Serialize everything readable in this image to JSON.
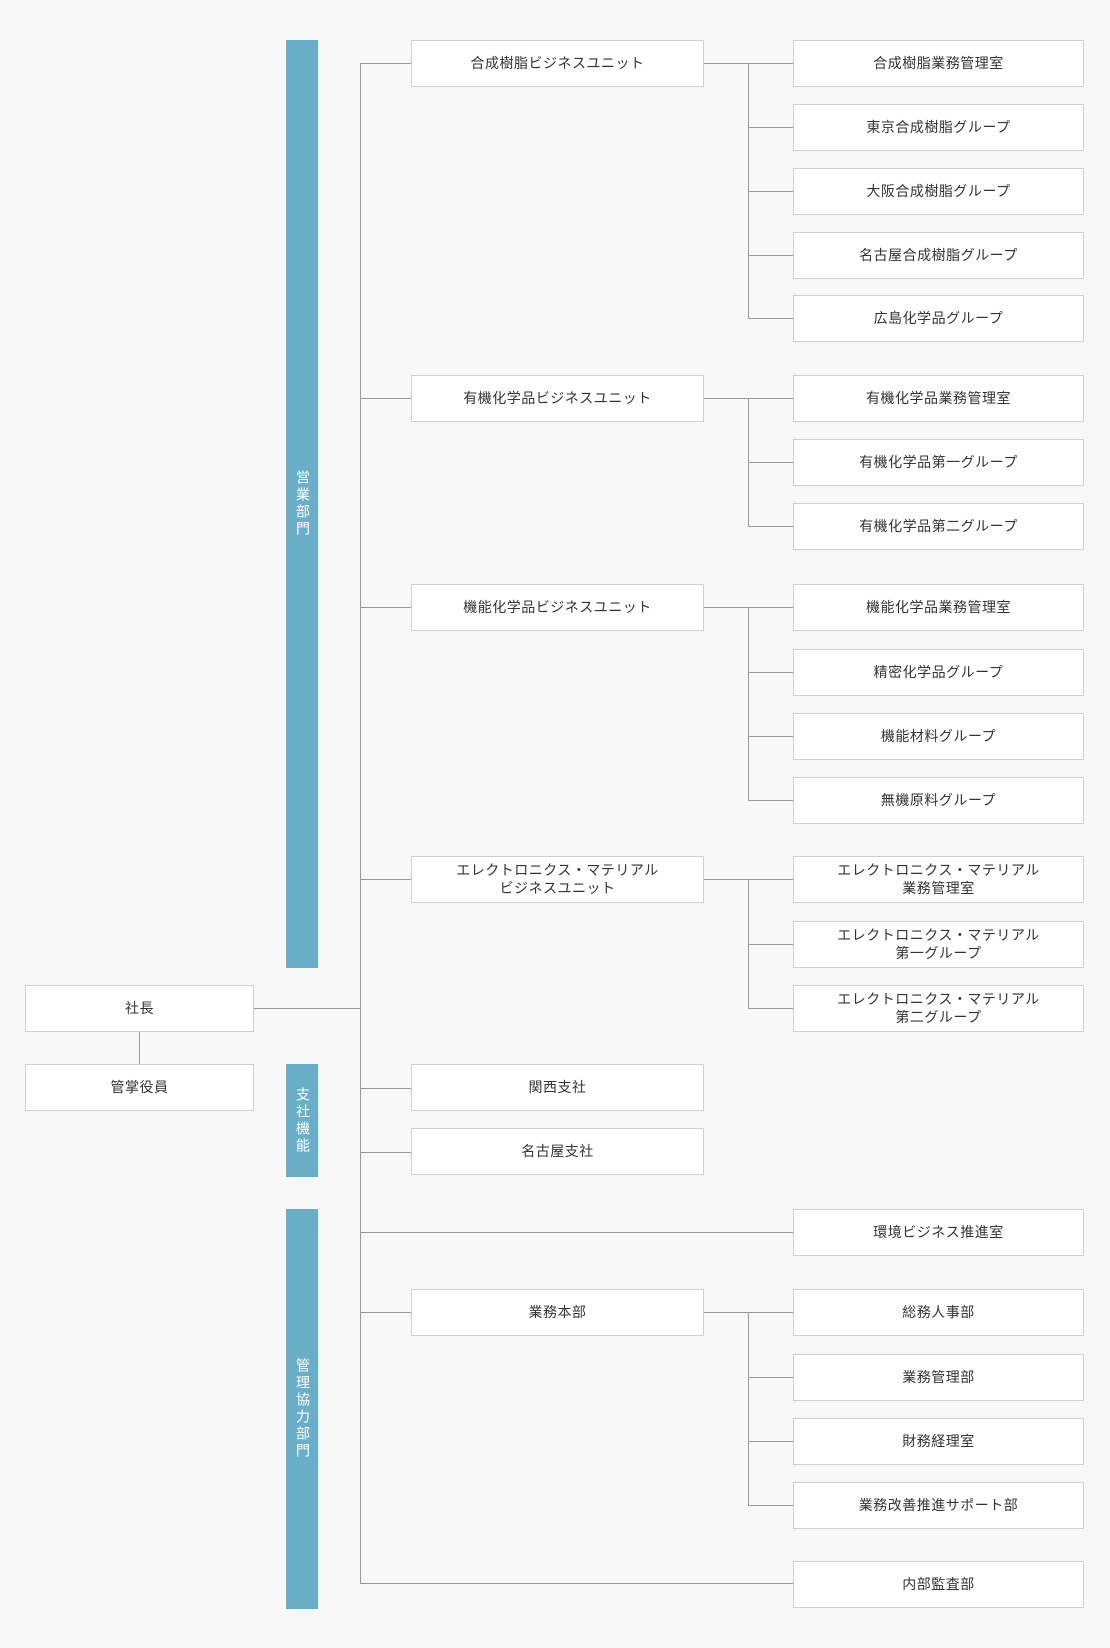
{
  "sections": {
    "sales": "営業部門",
    "branch": "支社機能",
    "admin": "管理協力部門"
  },
  "president": "社長",
  "officer": "管掌役員",
  "units": {
    "u1": "合成樹脂ビジネスユニット",
    "u2": "有機化学品ビジネスユニット",
    "u3": "機能化学品ビジネスユニット",
    "u4": "エレクトロニクス・マテリアル\nビジネスユニット",
    "kansai": "関西支社",
    "nagoya": "名古屋支社",
    "gyomu": "業務本部"
  },
  "groups": {
    "g1a": "合成樹脂業務管理室",
    "g1b": "東京合成樹脂グループ",
    "g1c": "大阪合成樹脂グループ",
    "g1d": "名古屋合成樹脂グループ",
    "g1e": "広島化学品グループ",
    "g2a": "有機化学品業務管理室",
    "g2b": "有機化学品第一グループ",
    "g2c": "有機化学品第二グループ",
    "g3a": "機能化学品業務管理室",
    "g3b": "精密化学品グループ",
    "g3c": "機能材料グループ",
    "g3d": "無機原料グループ",
    "g4a": "エレクトロニクス・マテリアル\n業務管理室",
    "g4b": "エレクトロニクス・マテリアル\n第一グループ",
    "g4c": "エレクトロニクス・マテリアル\n第二グループ",
    "env": "環境ビジネス推進室",
    "g5a": "総務人事部",
    "g5b": "業務管理部",
    "g5c": "財務経理室",
    "g5d": "業務改善推進サポート部",
    "audit": "内部監査部"
  }
}
